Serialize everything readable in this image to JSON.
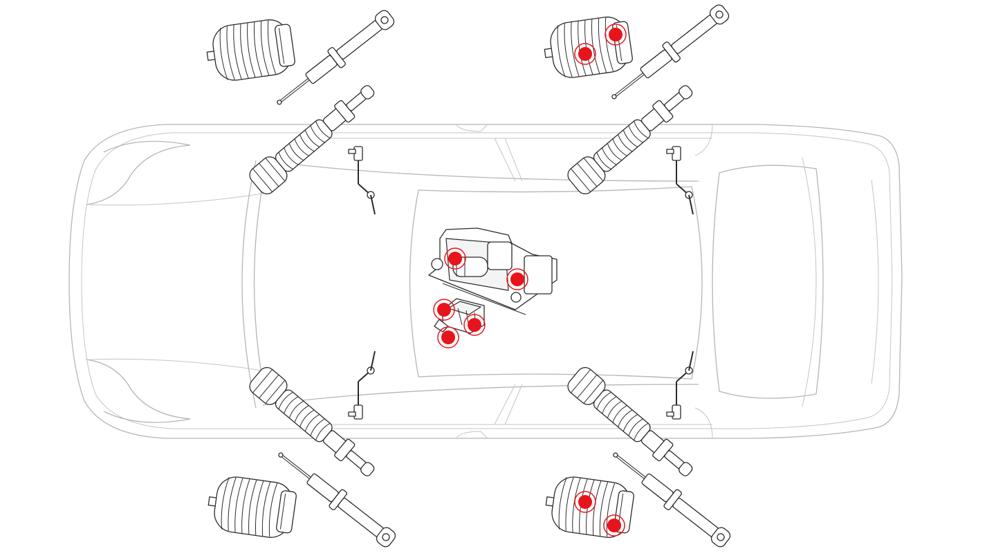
{
  "diagram": {
    "colors": {
      "car_outline": "#b5b5b5",
      "part_outline": "#2a2a2a",
      "hotspot": "#e8141b"
    },
    "icons": [
      "car-top-view-icon",
      "air-spring-icon",
      "shock-absorber-icon",
      "air-strut-icon",
      "height-sensor-icon",
      "compressor-icon",
      "valve-block-icon"
    ],
    "hotspots": [
      {
        "id": "spring-top-right-a"
      },
      {
        "id": "spring-top-right-b"
      },
      {
        "id": "compressor-a"
      },
      {
        "id": "compressor-b"
      },
      {
        "id": "valve-block-a"
      },
      {
        "id": "valve-block-b"
      },
      {
        "id": "valve-block-c"
      },
      {
        "id": "spring-bottom-right-a"
      },
      {
        "id": "spring-bottom-right-b"
      }
    ]
  }
}
